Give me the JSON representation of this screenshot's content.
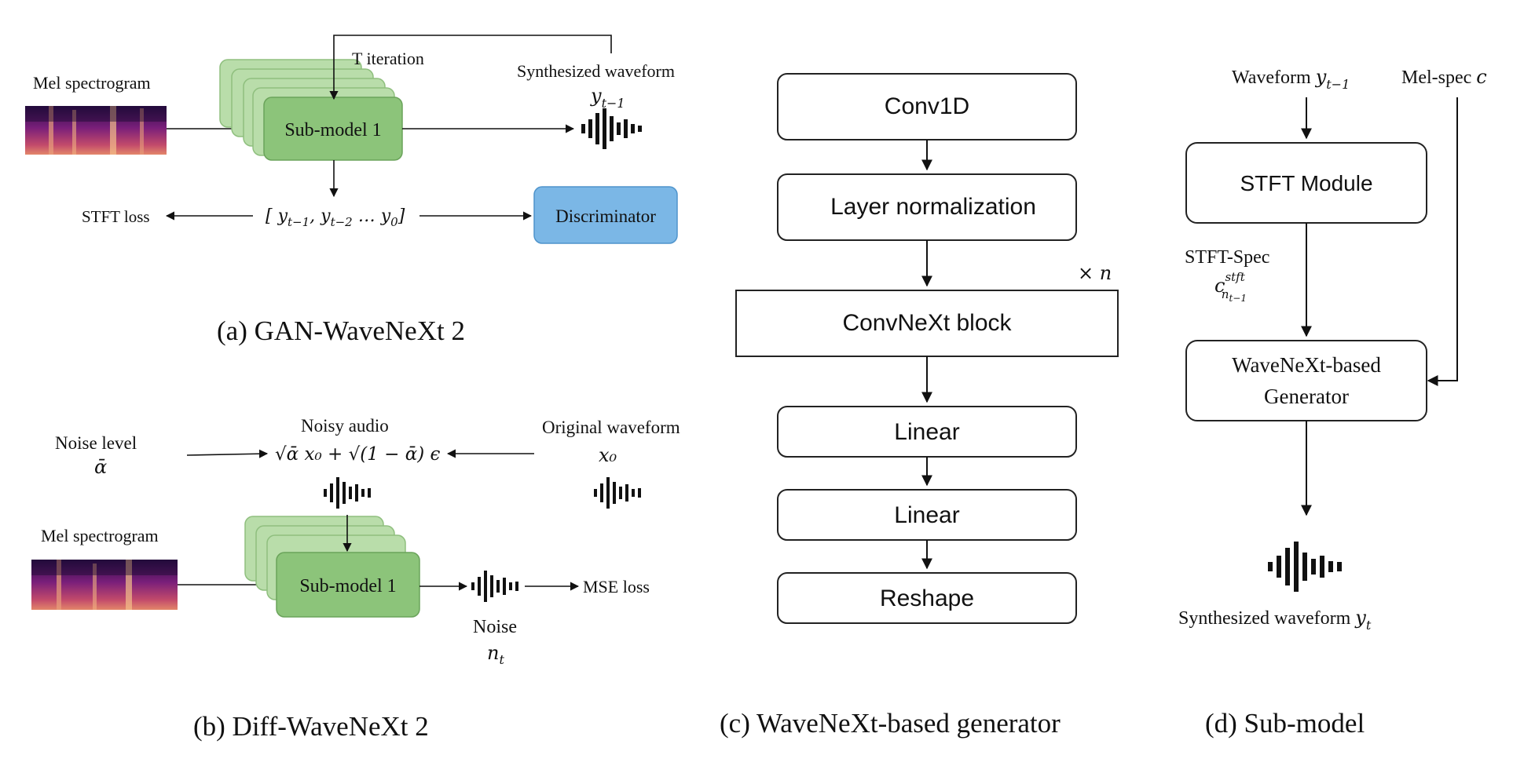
{
  "panel_a": {
    "caption": "(a) GAN-WaveNeXt 2",
    "mel_label": "Mel spectrogram",
    "iteration_label": "T iteration",
    "submodel_label": "Sub-model 1",
    "synth_label": "Synthesized waveform",
    "synth_var": "y_{t−1}",
    "sequence_label": "[ y_{t−1}, y_{t−2} … y_0]",
    "stft_loss": "STFT loss",
    "discriminator": "Discriminator"
  },
  "panel_b": {
    "caption": "(b) Diff-WaveNeXt 2",
    "noise_level_label": "Noise level",
    "noise_level_var": "ᾱ",
    "noisy_audio_label": "Noisy audio",
    "noisy_audio_formula": "√ᾱ x₀ + √(1 − ᾱ) ϵ",
    "original_label": "Original waveform",
    "original_var": "x₀",
    "mel_label": "Mel spectrogram",
    "submodel_label": "Sub-model 1",
    "mse_loss": "MSE loss",
    "noise_label": "Noise",
    "noise_var": "n_t"
  },
  "panel_c": {
    "caption": "(c) WaveNeXt-based generator",
    "blocks": [
      "Conv1D",
      "Layer normalization",
      "ConvNeXt block",
      "Linear",
      "Linear",
      "Reshape"
    ],
    "repeat_label": "× n"
  },
  "panel_d": {
    "caption": "(d) Sub-model",
    "waveform_input": "Waveform y_{t−1}",
    "melspec_input": "Mel-spec c",
    "stft_module": "STFT Module",
    "stft_spec_label": "STFT-Spec",
    "stft_spec_var": "c^{stft}_{n_{t−1}}",
    "generator_line1": "WaveNeXt-based",
    "generator_line2": "Generator",
    "output_label": "Synthesized waveform y_t"
  },
  "colors": {
    "submodel_green": "#8cc47a",
    "discriminator_blue": "#7bb7e6"
  }
}
